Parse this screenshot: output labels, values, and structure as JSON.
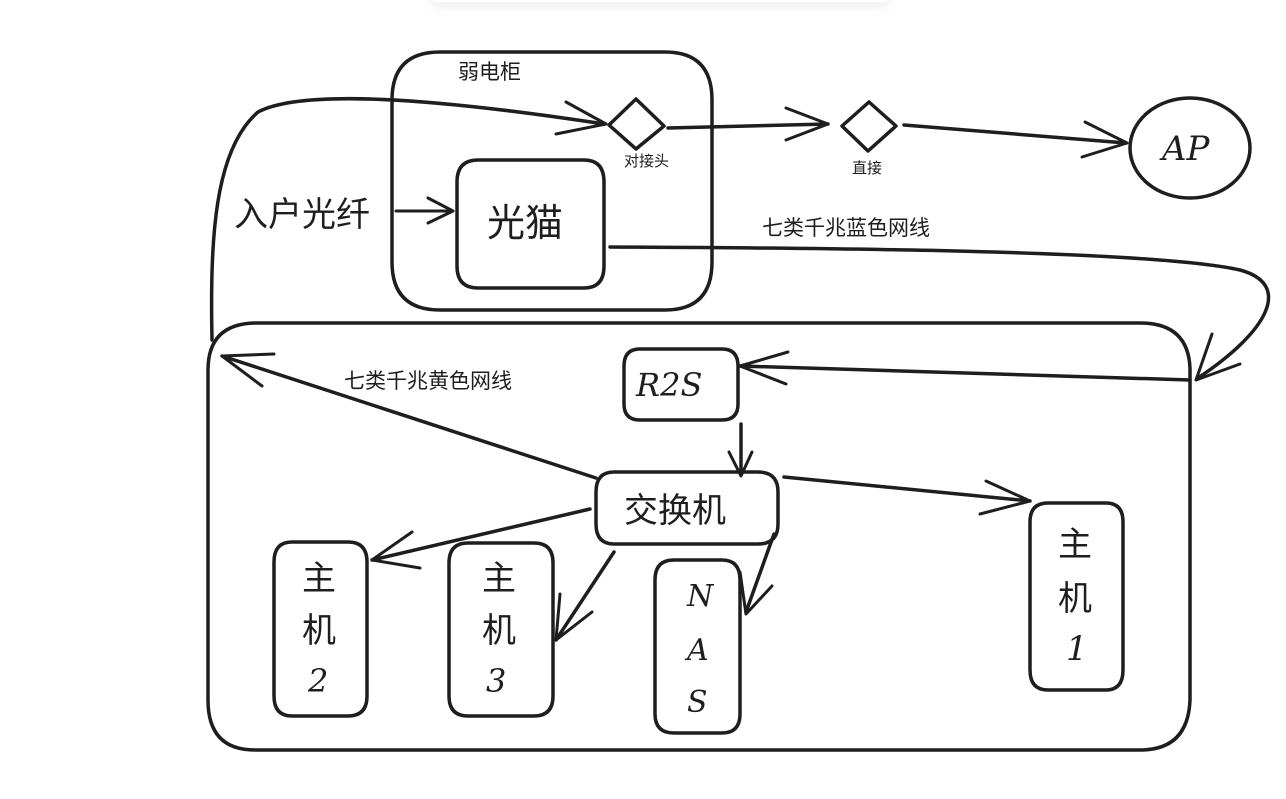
{
  "nodes": {
    "cabinet": {
      "label": "弱电柜"
    },
    "fiber_in": {
      "label": "入户光纤"
    },
    "modem": {
      "label": "光猫"
    },
    "connector": {
      "label": "对接头"
    },
    "direct": {
      "label": "直接"
    },
    "ap": {
      "label": "AP"
    },
    "router": {
      "label": "R2S"
    },
    "switch": {
      "label": "交换机"
    },
    "host1": {
      "chars": [
        "主",
        "机",
        "1"
      ]
    },
    "host2": {
      "chars": [
        "主",
        "机",
        "2"
      ]
    },
    "host3": {
      "chars": [
        "主",
        "机",
        "3"
      ]
    },
    "nas": {
      "chars": [
        "N",
        "A",
        "S"
      ]
    }
  },
  "edges": {
    "blue_cable": {
      "label": "七类千兆蓝色网线"
    },
    "yellow_cable": {
      "label": "七类千兆黄色网线"
    }
  },
  "colors": {
    "ink": "#1e1e1e",
    "background": "#ffffff"
  }
}
